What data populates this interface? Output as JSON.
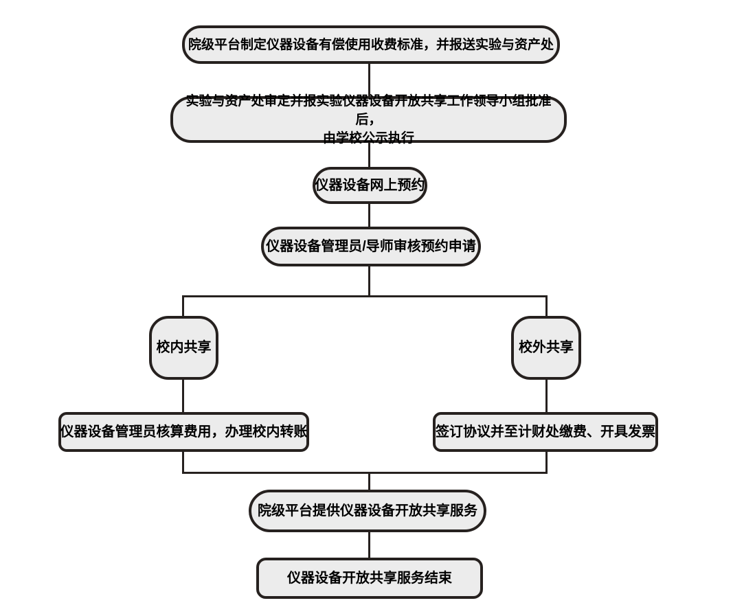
{
  "diagram": {
    "type": "flowchart",
    "colors": {
      "background": "#ffffff",
      "node_fill": "#ececec",
      "node_border": "#26211f",
      "connector": "#26211f",
      "text": "#000000"
    },
    "nodes": {
      "step1": "院级平台制定仪器设备有偿使用收费标准，并报送实验与资产处",
      "step2_line1": "实验与资产处审定并报实验仪器设备开放共享工作领导小组批准后，",
      "step2_line2": "由学校公示执行",
      "step3": "仪器设备网上预约",
      "step4": "仪器设备管理员/导师审核预约申请",
      "branch_left": "校内共享",
      "branch_right": "校外共享",
      "step5_left": "仪器设备管理员核算费用，办理校内转账",
      "step5_right": "签订协议并至计财处缴费、开具发票",
      "step6": "院级平台提供仪器设备开放共享服务",
      "step7": "仪器设备开放共享服务结束"
    }
  }
}
